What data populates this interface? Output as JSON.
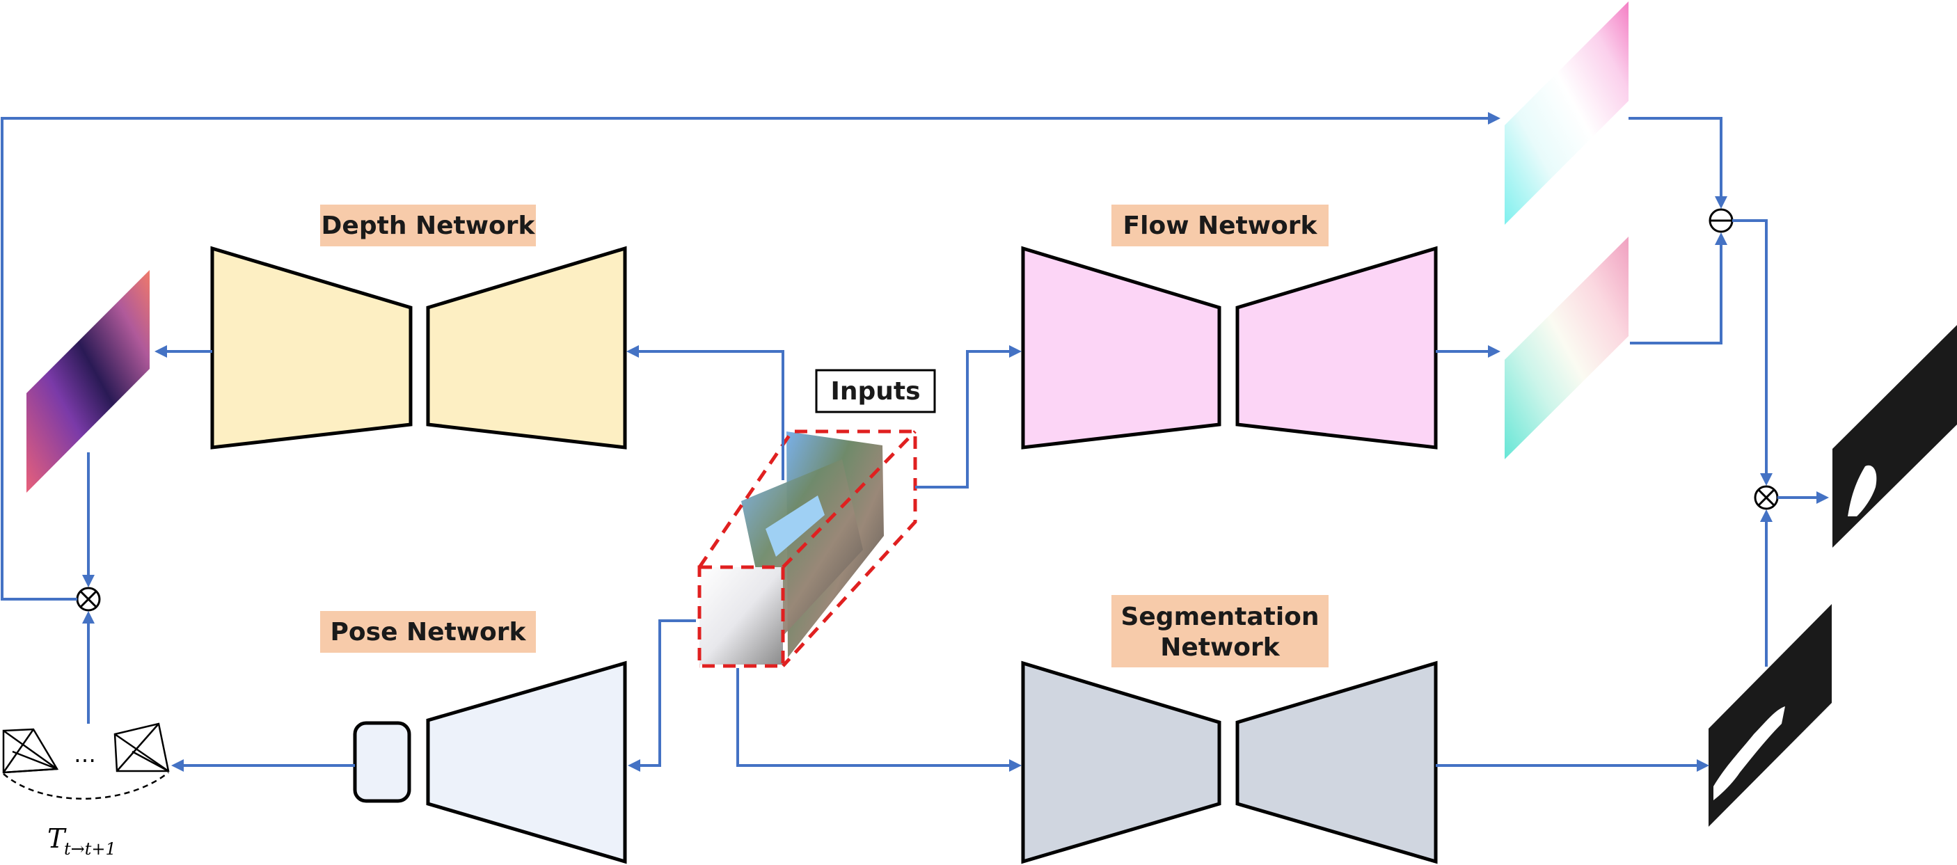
{
  "labels": {
    "depth_network": "Depth Network",
    "flow_network": "Flow Network",
    "pose_network": "Pose Network",
    "segmentation_network_line1": "Segmentation",
    "segmentation_network_line2": "Network",
    "inputs": "Inputs",
    "ellipsis": "…",
    "transform_main": "T",
    "transform_sub": "t→t+1"
  },
  "colors": {
    "depth_network_fill": "#fdefc3",
    "flow_network_fill": "#fcd5f6",
    "pose_network_fill": "#edf2fa",
    "segmentation_network_fill": "#d0d6e0",
    "label_background": "#f7cbaa",
    "arrow": "#4472c4",
    "inputs_dashed_border": "#e02020"
  },
  "icons": {
    "multiply": "circled-times-icon",
    "subtract": "circled-minus-icon",
    "camera": "camera-frustum-icon"
  }
}
